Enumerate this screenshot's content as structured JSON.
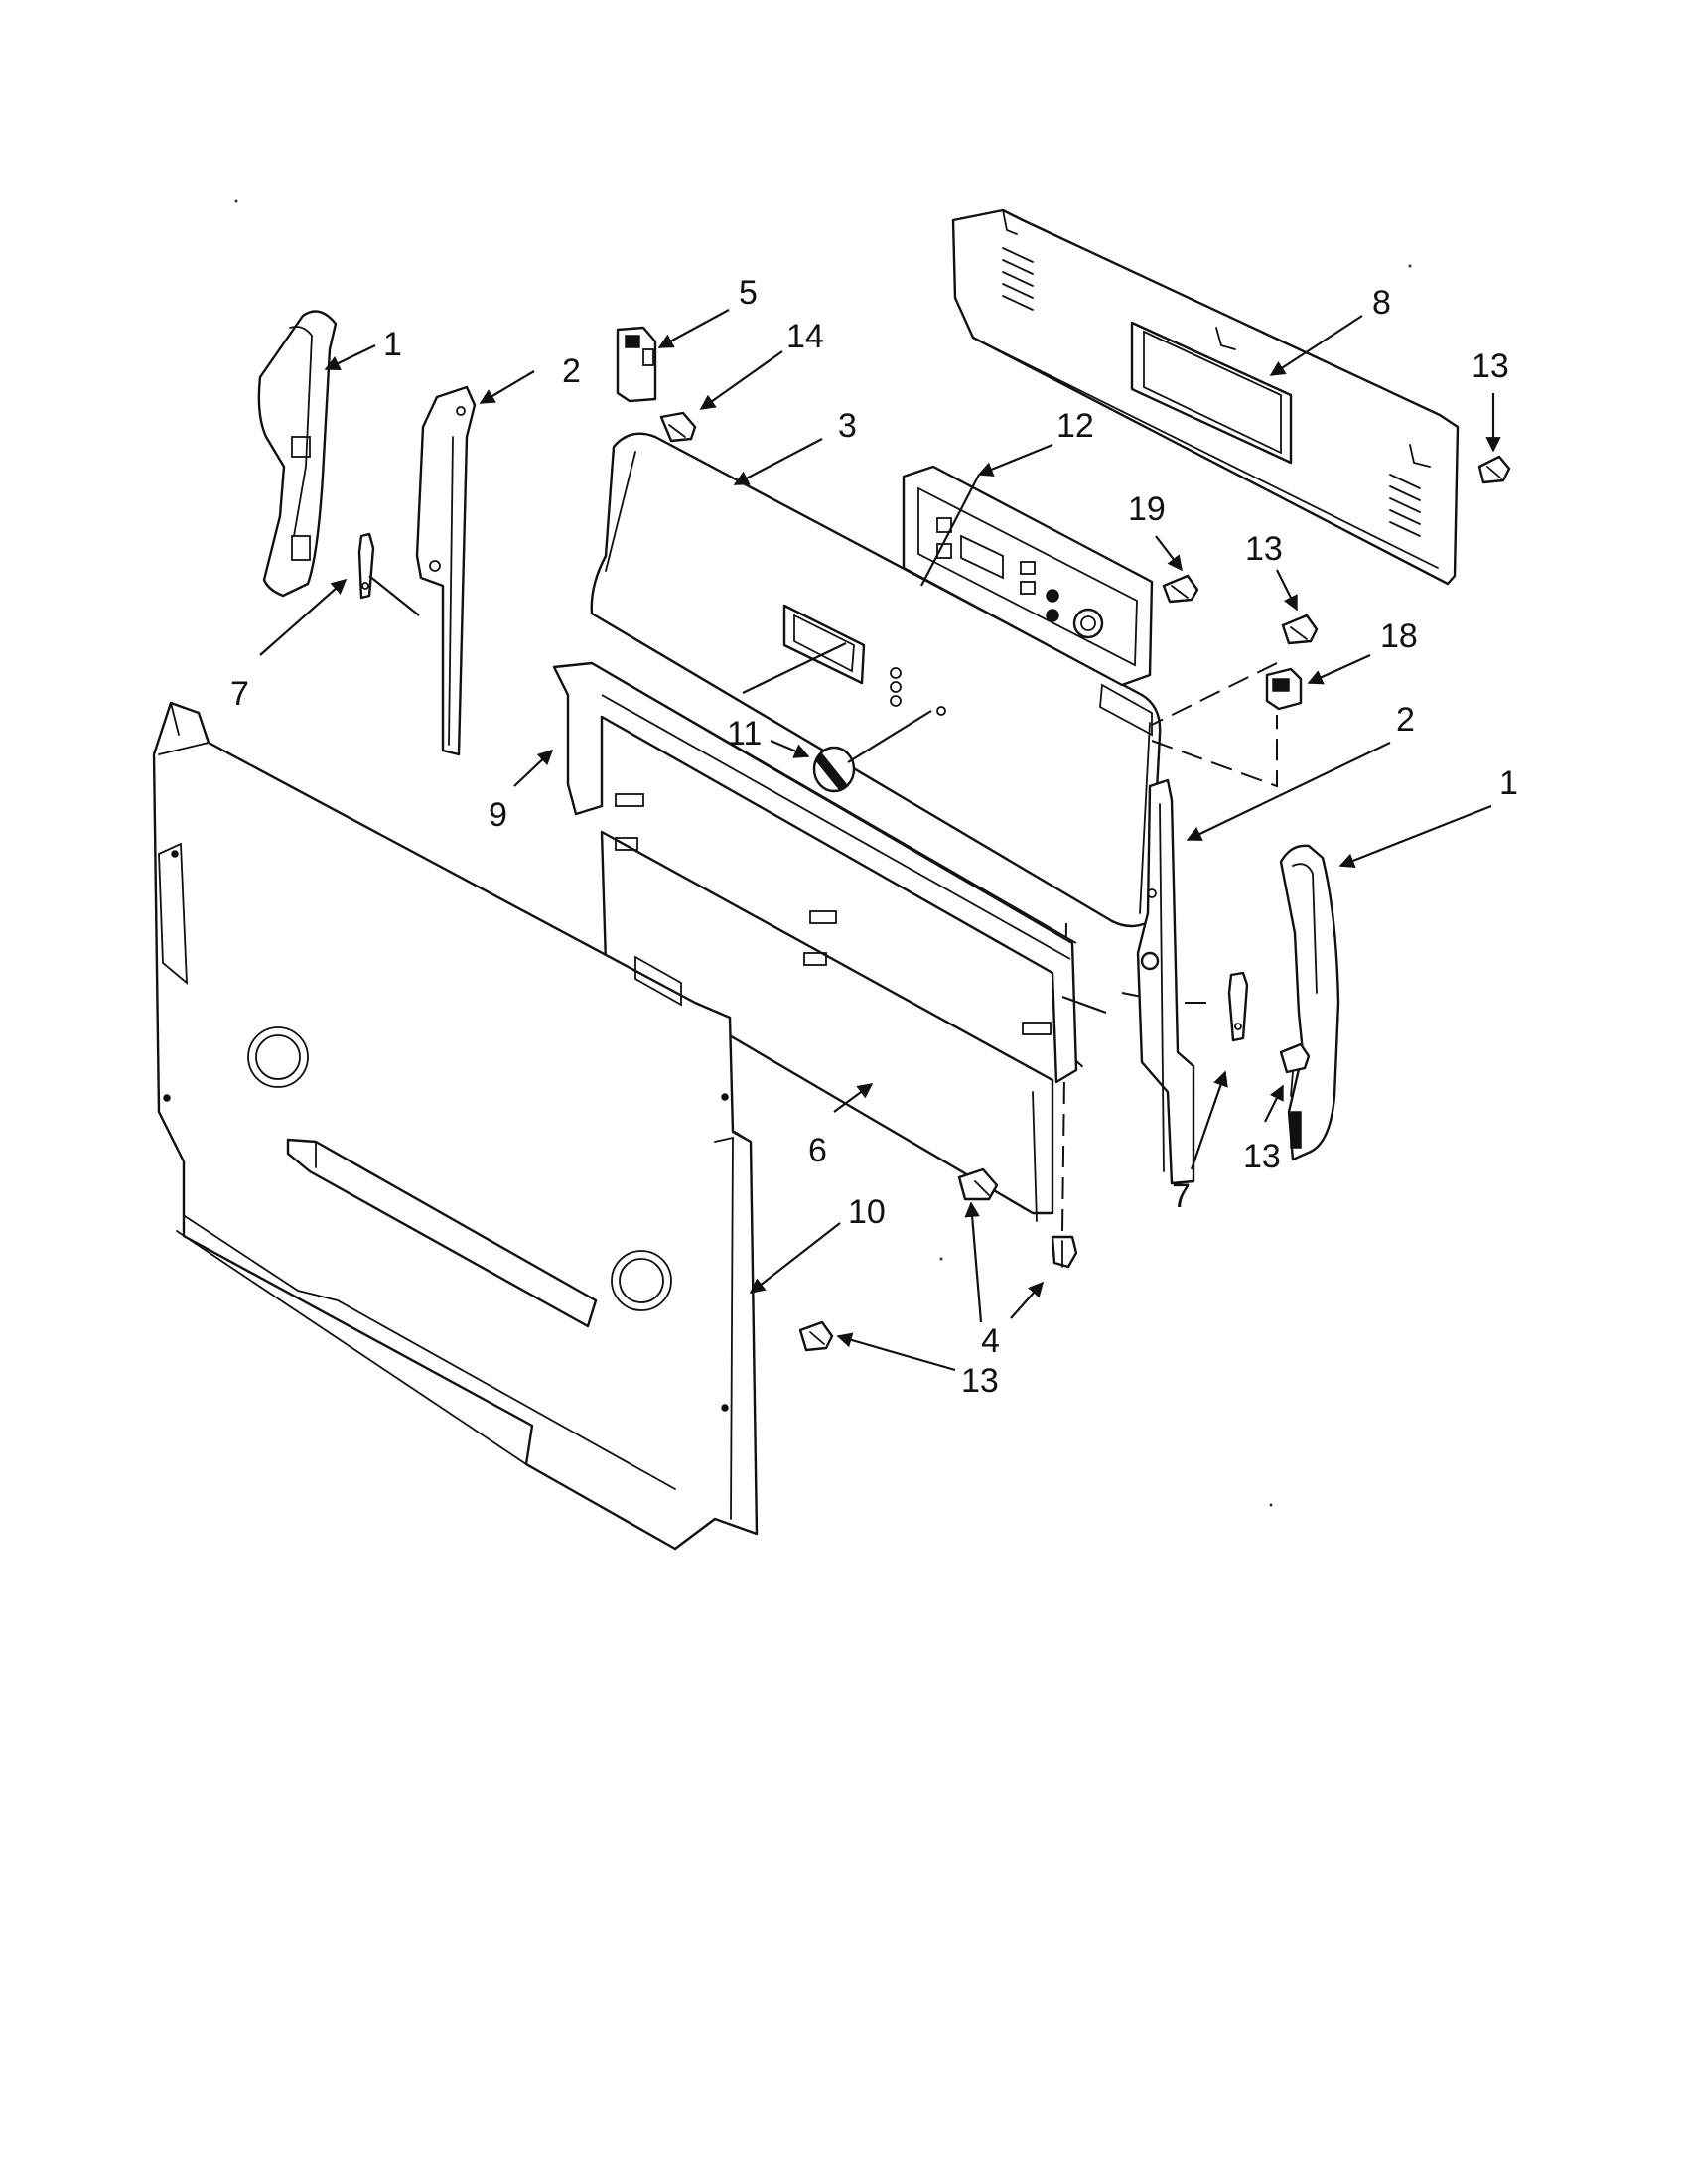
{
  "callouts": {
    "c1_left": "1",
    "c2_left": "2",
    "c5": "5",
    "c14": "14",
    "c3": "3",
    "c8": "8",
    "c13_top": "13",
    "c12": "12",
    "c19": "19",
    "c13_mid": "13",
    "c18": "18",
    "c2_right": "2",
    "c1_right": "1",
    "c7_left": "7",
    "c11": "11",
    "c9": "9",
    "c6": "6",
    "c7_right": "7",
    "c13_right": "13",
    "c10": "10",
    "c4": "4",
    "c13_bottom": "13"
  },
  "colors": {
    "line": "#111111",
    "background": "#ffffff"
  }
}
